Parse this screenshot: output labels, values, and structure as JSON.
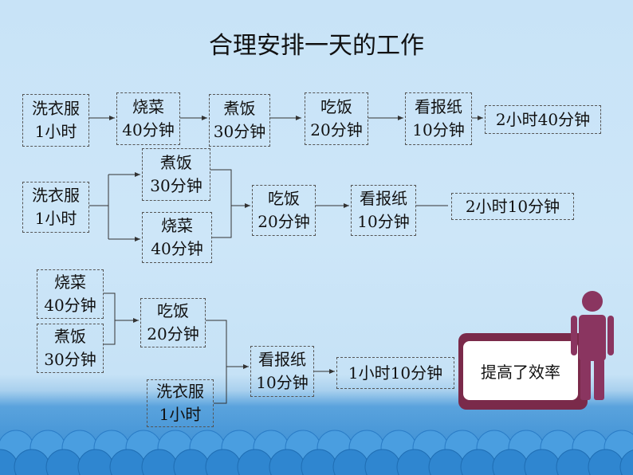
{
  "title": "合理安排一天的工作",
  "row1": {
    "wash": [
      "洗衣服",
      "1小时"
    ],
    "cook_veg": [
      "烧菜",
      "40分钟"
    ],
    "cook_rice": [
      "煮饭",
      "30分钟"
    ],
    "eat": [
      "吃饭",
      "20分钟"
    ],
    "news": [
      "看报纸",
      "10分钟"
    ],
    "total": "2小时40分钟"
  },
  "row2": {
    "wash": [
      "洗衣服",
      "1小时"
    ],
    "cook_rice": [
      "煮饭",
      "30分钟"
    ],
    "cook_veg": [
      "烧菜",
      "40分钟"
    ],
    "eat": [
      "吃饭",
      "20分钟"
    ],
    "news": [
      "看报纸",
      "10分钟"
    ],
    "total": "2小时10分钟"
  },
  "row3": {
    "cook_veg": [
      "烧菜",
      "40分钟"
    ],
    "cook_rice": [
      "煮饭",
      "30分钟"
    ],
    "eat": [
      "吃饭",
      "20分钟"
    ],
    "wash": [
      "洗衣服",
      "1小时"
    ],
    "news": [
      "看报纸",
      "10分钟"
    ],
    "total": "1小时10分钟"
  },
  "callout": "提高了效率",
  "colors": {
    "figure": "#8a3560",
    "callout_border": "#7a2a4a",
    "sea": "#2f86d0"
  }
}
